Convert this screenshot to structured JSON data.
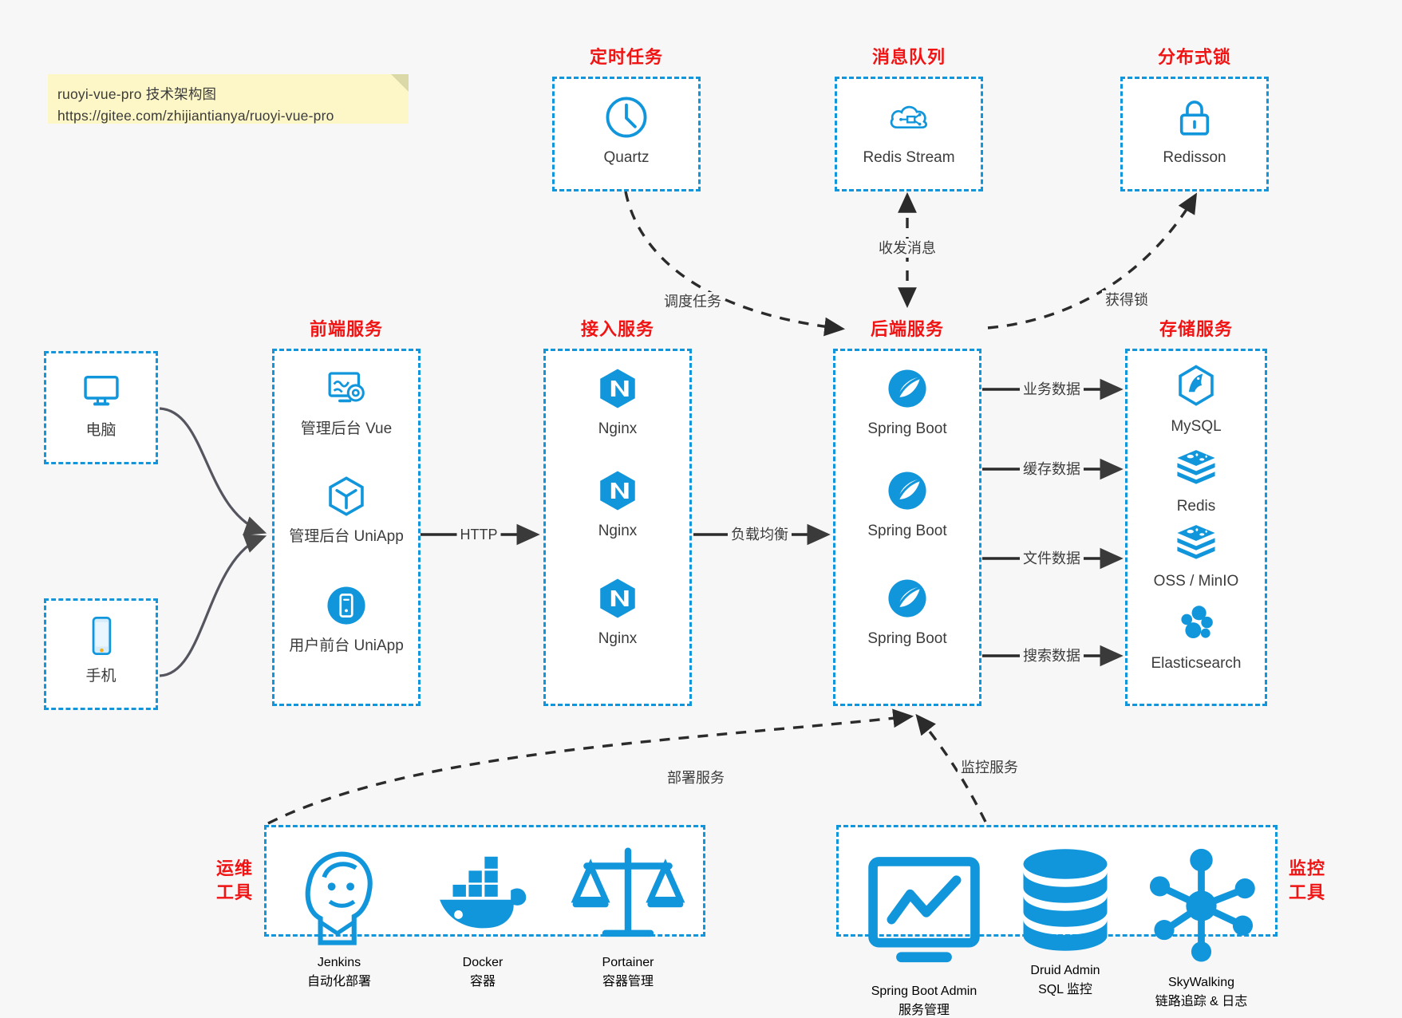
{
  "note": {
    "line1": "ruoyi-vue-pro 技术架构图",
    "line2": "https://gitee.com/zhijiantianya/ruoyi-vue-pro"
  },
  "colors": {
    "accent_blue": "#1296db",
    "title_red": "#f01414",
    "background": "#f7f7f7",
    "note_yellow": "#fdf7c8",
    "text": "#3c3c3c",
    "wire_gray": "#555555"
  },
  "groups": {
    "scheduler": {
      "title": "定时任务",
      "nodes": [
        {
          "label": "Quartz",
          "icon": "clock-icon"
        }
      ]
    },
    "mq": {
      "title": "消息队列",
      "nodes": [
        {
          "label": "Redis Stream",
          "icon": "cloud-network-icon"
        }
      ]
    },
    "lock": {
      "title": "分布式锁",
      "nodes": [
        {
          "label": "Redisson",
          "icon": "lock-icon"
        }
      ]
    },
    "frontend": {
      "title": "前端服务",
      "nodes": [
        {
          "label": "管理后台 Vue",
          "icon": "dashboard-gear-icon"
        },
        {
          "label": "管理后台 UniApp",
          "icon": "cube-icon"
        },
        {
          "label": "用户前台 UniApp",
          "icon": "mobile-circle-icon"
        }
      ]
    },
    "gateway": {
      "title": "接入服务",
      "nodes": [
        {
          "label": "Nginx",
          "icon": "nginx-icon"
        },
        {
          "label": "Nginx",
          "icon": "nginx-icon"
        },
        {
          "label": "Nginx",
          "icon": "nginx-icon"
        }
      ]
    },
    "backend": {
      "title": "后端服务",
      "nodes": [
        {
          "label": "Spring Boot",
          "icon": "spring-boot-icon"
        },
        {
          "label": "Spring Boot",
          "icon": "spring-boot-icon"
        },
        {
          "label": "Spring Boot",
          "icon": "spring-boot-icon"
        }
      ]
    },
    "storage": {
      "title": "存储服务",
      "nodes": [
        {
          "label": "MySQL",
          "icon": "mysql-icon"
        },
        {
          "label": "Redis",
          "icon": "redis-icon"
        },
        {
          "label": "OSS / MinIO",
          "icon": "oss-minio-icon"
        },
        {
          "label": "Elasticsearch",
          "icon": "elasticsearch-icon"
        }
      ]
    },
    "devops": {
      "title_line1": "运维",
      "title_line2": "工具",
      "nodes": [
        {
          "label": "Jenkins",
          "sub": "自动化部署",
          "icon": "jenkins-icon"
        },
        {
          "label": "Docker",
          "sub": "容器",
          "icon": "docker-icon"
        },
        {
          "label": "Portainer",
          "sub": "容器管理",
          "icon": "scales-icon"
        }
      ]
    },
    "monitor": {
      "title_line1": "监控",
      "title_line2": "工具",
      "nodes": [
        {
          "label": "Spring Boot Admin",
          "sub": "服务管理",
          "icon": "monitor-chart-icon"
        },
        {
          "label": "Druid Admin",
          "sub": "SQL 监控",
          "icon": "database-icon"
        },
        {
          "label": "SkyWalking",
          "sub": "链路追踪 & 日志",
          "icon": "skywalking-icon"
        }
      ]
    },
    "devices": {
      "nodes": [
        {
          "label": "电脑",
          "icon": "desktop-icon"
        },
        {
          "label": "手机",
          "icon": "phone-icon"
        }
      ]
    }
  },
  "edges": [
    {
      "id": "http",
      "label": "HTTP",
      "from": "frontend",
      "to": "gateway"
    },
    {
      "id": "loadbalance",
      "label": "负载均衡",
      "from": "gateway",
      "to": "backend"
    },
    {
      "id": "schedule",
      "label": "调度任务",
      "from": "scheduler",
      "to": "backend"
    },
    {
      "id": "message",
      "label": "收发消息",
      "from": "mq",
      "to": "backend"
    },
    {
      "id": "getlock",
      "label": "获得锁",
      "from": "backend",
      "to": "lock"
    },
    {
      "id": "bizdata",
      "label": "业务数据",
      "from": "backend",
      "to": "storage"
    },
    {
      "id": "cachedata",
      "label": "缓存数据",
      "from": "backend",
      "to": "storage"
    },
    {
      "id": "filedata",
      "label": "文件数据",
      "from": "backend",
      "to": "storage"
    },
    {
      "id": "searchdata",
      "label": "搜索数据",
      "from": "backend",
      "to": "storage"
    },
    {
      "id": "deploy",
      "label": "部署服务",
      "from": "devops",
      "to": "backend"
    },
    {
      "id": "observe",
      "label": "监控服务",
      "from": "monitor",
      "to": "backend"
    }
  ]
}
